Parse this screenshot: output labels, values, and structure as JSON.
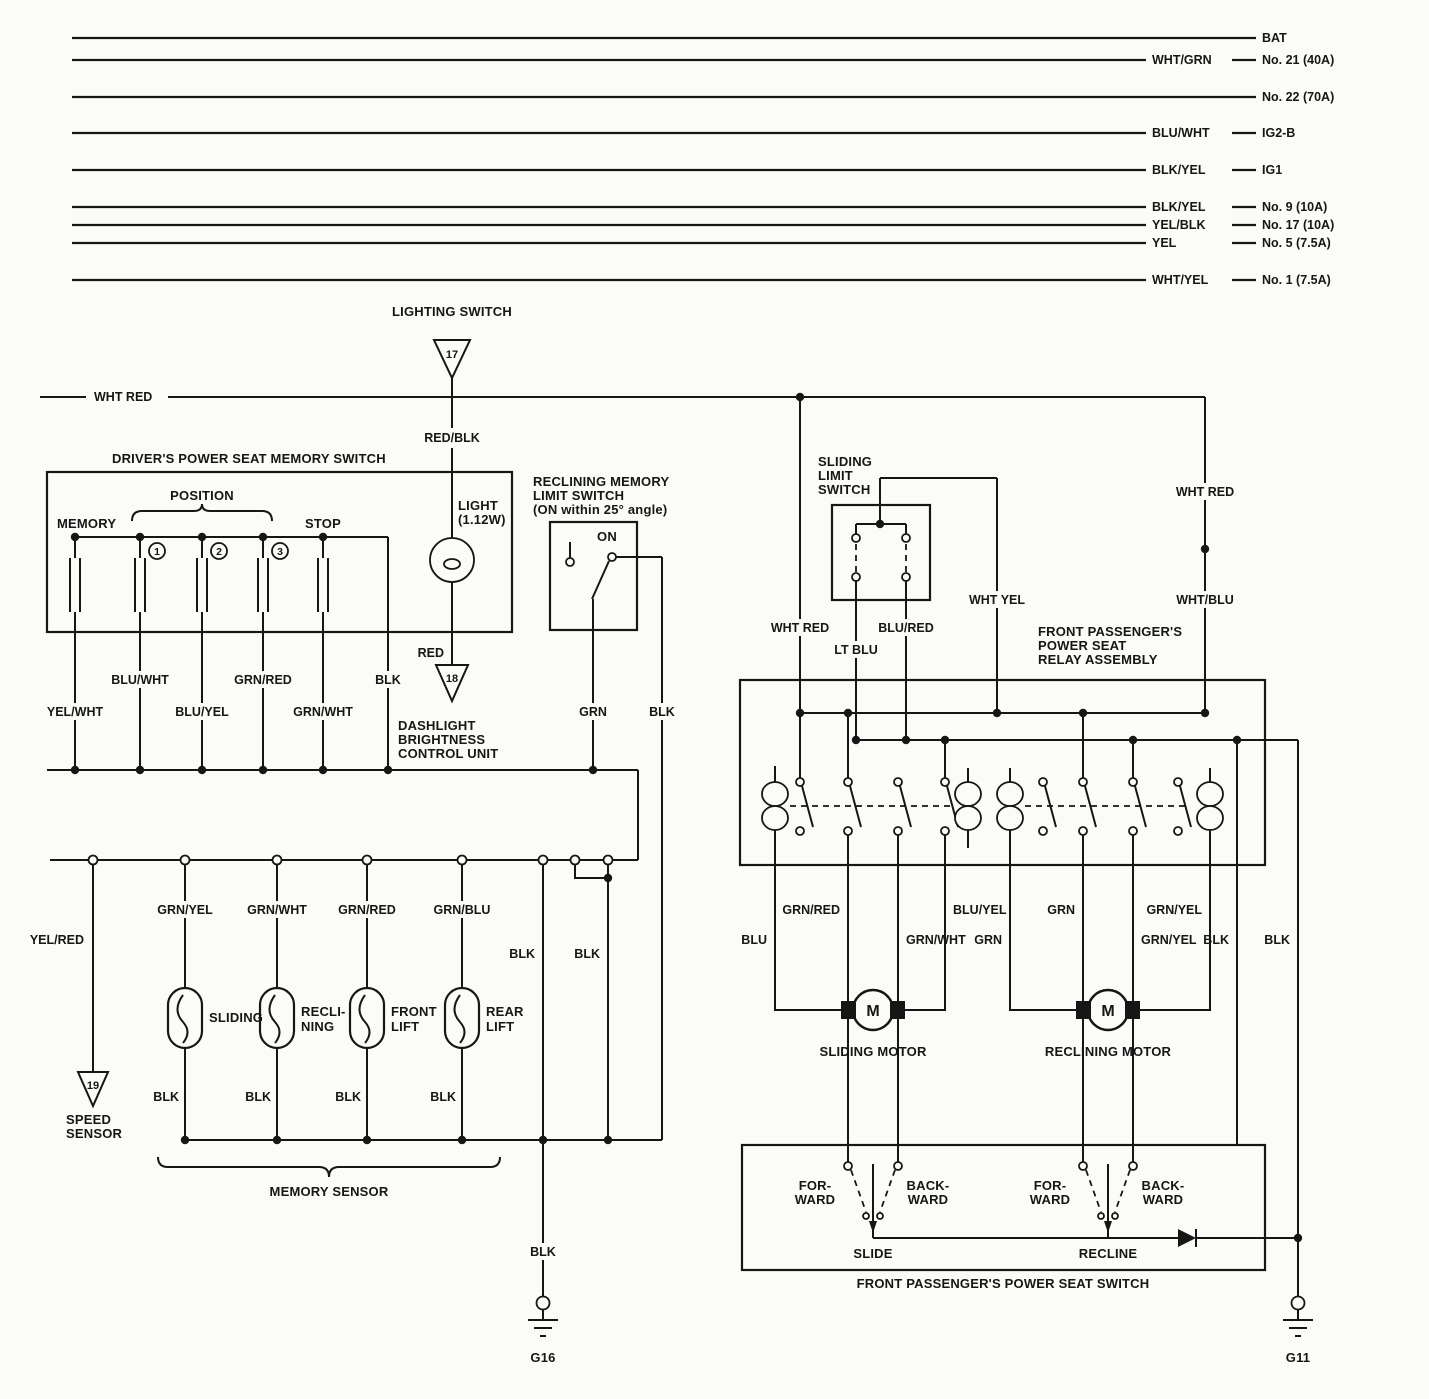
{
  "colors": {
    "ink": "#161616",
    "paper": "#fbfbf8"
  },
  "fuse_rails": [
    {
      "wire": "",
      "fuse": "BAT"
    },
    {
      "wire": "WHT/GRN",
      "fuse": "No. 21 (40A)"
    },
    {
      "wire": "",
      "fuse": "No. 22 (70A)"
    },
    {
      "wire": "BLU/WHT",
      "fuse": "IG2-B"
    },
    {
      "wire": "BLK/YEL",
      "fuse": "IG1"
    },
    {
      "wire": "BLK/YEL",
      "fuse": "No. 9 (10A)"
    },
    {
      "wire": "YEL/BLK",
      "fuse": "No. 17 (10A)"
    },
    {
      "wire": "YEL",
      "fuse": "No. 5 (7.5A)"
    },
    {
      "wire": "WHT/YEL",
      "fuse": "No. 1 (7.5A)"
    }
  ],
  "connectors": {
    "c17": "17",
    "c18": "18",
    "c19": "19"
  },
  "grounds": {
    "g16": "G16",
    "g11": "G11"
  },
  "components": {
    "lighting_switch": "LIGHTING SWITCH",
    "driver_switch_title": "DRIVER'S POWER SEAT MEMORY SWITCH",
    "memory": "MEMORY",
    "position": "POSITION",
    "stop": "STOP",
    "pos_1": "1",
    "pos_2": "2",
    "pos_3": "3",
    "light_name": "LIGHT",
    "light_watt": "(1.12W)",
    "reclining_limit_l1": "RECLINING MEMORY",
    "reclining_limit_l2": "LIMIT SWITCH",
    "reclining_limit_l3": "(ON within 25° angle)",
    "on_label": "ON",
    "sliding_limit_l1": "SLIDING",
    "sliding_limit_l2": "LIMIT",
    "sliding_limit_l3": "SWITCH",
    "dashlight_l1": "DASHLIGHT",
    "dashlight_l2": "BRIGHTNESS",
    "dashlight_l3": "CONTROL UNIT",
    "relay_l1": "FRONT PASSENGER'S",
    "relay_l2": "POWER SEAT",
    "relay_l3": "RELAY ASSEMBLY",
    "speed_l1": "SPEED",
    "speed_l2": "SENSOR",
    "memory_sensor": "MEMORY SENSOR",
    "sensor_sliding": "SLIDING",
    "sensor_reclining_l1": "RECLI-",
    "sensor_reclining_l2": "NING",
    "sensor_front_l1": "FRONT",
    "sensor_front_l2": "LIFT",
    "sensor_rear_l1": "REAR",
    "sensor_rear_l2": "LIFT",
    "sliding_motor": "SLIDING MOTOR",
    "reclining_motor": "RECLINING MOTOR",
    "motor_symbol": "M",
    "seat_switch_title": "FRONT PASSENGER'S POWER SEAT SWITCH",
    "forward_l1": "FOR-",
    "forward_l2": "WARD",
    "backward_l1": "BACK-",
    "backward_l2": "WARD",
    "slide": "SLIDE",
    "recline": "RECLINE"
  },
  "wires": {
    "wht_red": "WHT RED",
    "red_blk": "RED/BLK",
    "red": "RED",
    "blu_wht": "BLU/WHT",
    "yel_wht": "YEL/WHT",
    "blu_yel": "BLU/YEL",
    "grn_red": "GRN/RED",
    "grn_wht": "GRN/WHT",
    "grn_yel": "GRN/YEL",
    "grn_blu": "GRN/BLU",
    "yel_red": "YEL/RED",
    "wht_yel": "WHT YEL",
    "wht_blu": "WHT/BLU",
    "lt_blu": "LT BLU",
    "blu_red": "BLU/RED",
    "blu": "BLU",
    "grn": "GRN",
    "blk": "BLK"
  }
}
